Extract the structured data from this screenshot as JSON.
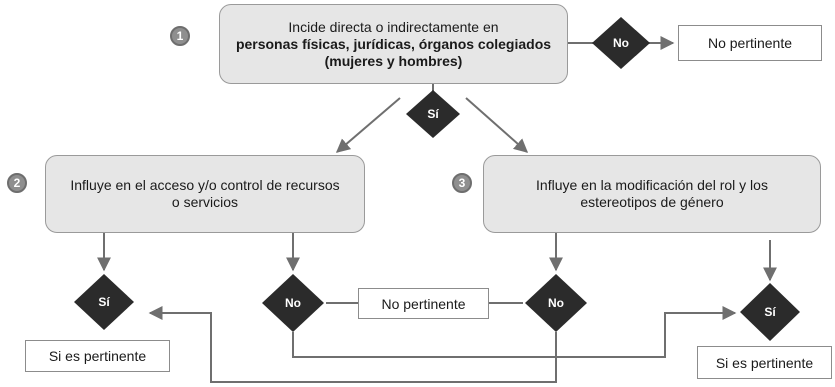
{
  "steps": {
    "s1": {
      "number": "1",
      "line1": "Incide directa o indirectamente en",
      "line2": "personas físicas, jurídicas, órganos colegiados",
      "line3": "(mujeres y hombres)"
    },
    "s2": {
      "number": "2",
      "line1": "Influye en el acceso y/o control de recursos",
      "line2": "o servicios"
    },
    "s3": {
      "number": "3",
      "line1": "Influye en la modificación del rol y los",
      "line2": "estereotipos de género"
    }
  },
  "decisions": {
    "no_top": "No",
    "si_top": "Sí",
    "si_left": "Sí",
    "no_mid_left": "No",
    "no_mid_right": "No",
    "si_right": "Sí"
  },
  "outcomes": {
    "no_pertinente_top": "No pertinente",
    "no_pertinente_mid": "No pertinente",
    "si_pertinente_left": "Si es pertinente",
    "si_pertinente_right": "Si es pertinente"
  },
  "colors": {
    "diamond": "#2b2b2b",
    "process_fill": "#e6e6e6",
    "line": "#6f6f6f",
    "badge": "#8f8f8f"
  }
}
